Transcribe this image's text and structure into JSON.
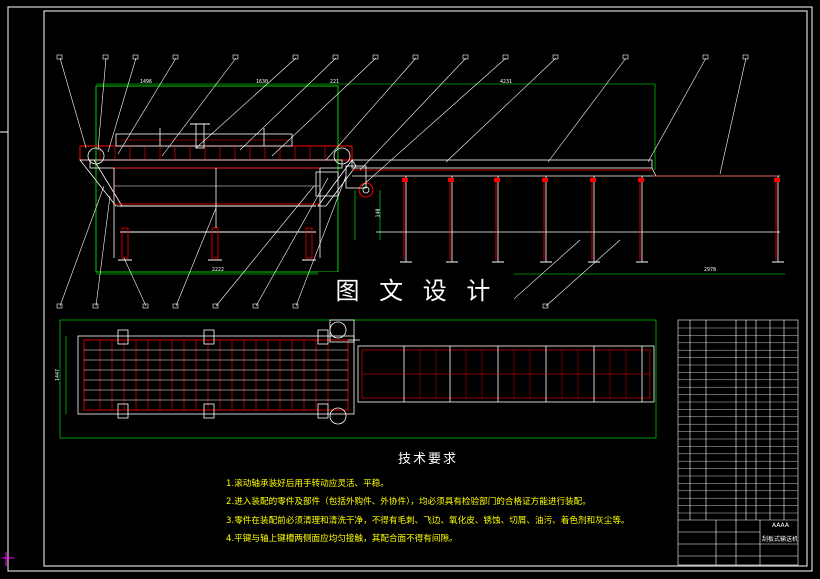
{
  "watermark": "图 文 设 计",
  "tech_title": "技术要求",
  "notes": [
    "1.滚动轴承装好后用手转动应灵活、平稳。",
    "2.进入装配的零件及部件（包括外购件、外协件），均必须具有检验部门的合格证方能进行装配。",
    "3.零件在装配前必须清理和清洗干净，不得有毛刺、飞边、氧化皮、锈蚀、切屑、油污、着色剂和灰尘等。",
    "4.平键与轴上键槽两侧面应均匀接触，其配合面不得有间隙。"
  ],
  "title_block": {
    "drawing_name": "刮板式输送机",
    "mark": "AAAA"
  },
  "dimensions": {
    "d1": "1496",
    "d2": "1630",
    "d3": "221",
    "d4": "4231",
    "d5": "2222",
    "d6": "2978",
    "d7": "1447",
    "d8": "140"
  },
  "colors": {
    "frame": "#ffffff",
    "part": "#ff0000",
    "outline": "#00ff00",
    "leader": "#ffffff",
    "notes": "#ffff00"
  }
}
